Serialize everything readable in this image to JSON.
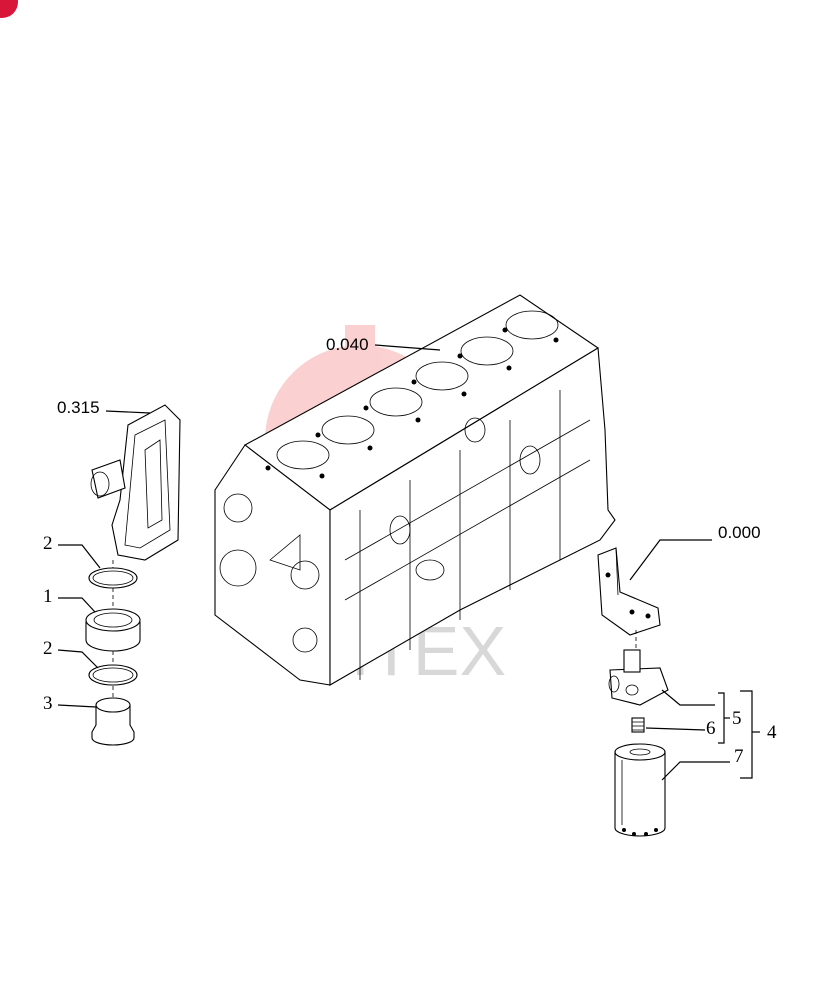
{
  "watermark": {
    "text": "HITEX",
    "logo_color": "#f05a5a"
  },
  "badge_color": "#d8163a",
  "references": {
    "engine_block": "0.040",
    "plate_assembly": "0.315",
    "bracket": "0.000"
  },
  "callouts": {
    "c1": "1",
    "c2_upper": "2",
    "c2_lower": "2",
    "c3": "3",
    "c4": "4",
    "c5": "5",
    "c6": "6",
    "c7": "7"
  }
}
